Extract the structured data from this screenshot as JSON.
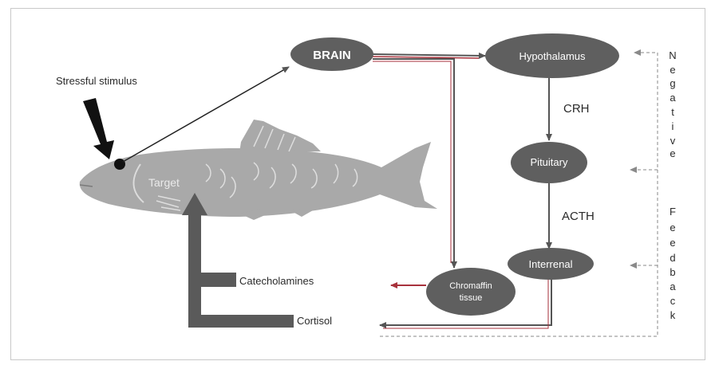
{
  "labels": {
    "stimulus": "Stressful stimulus",
    "brain": "BRAIN",
    "hypothalamus": "Hypothalamus",
    "crh": "CRH",
    "pituitary": "Pituitary",
    "acth": "ACTH",
    "interrenal": "Interrenal",
    "chromaffin_line1": "Chromaffin",
    "chromaffin_line2": "tissue",
    "target": "Target",
    "catecholamines": "Catecholamines",
    "cortisol": "Cortisol"
  },
  "feedback_letters": [
    "N",
    "e",
    "g",
    "a",
    "t",
    "i",
    "v",
    "e",
    "F",
    "e",
    "e",
    "d",
    "b",
    "a",
    "c",
    "k"
  ],
  "colors": {
    "node_fill": "#5f5f5f",
    "node_text": "#ffffff",
    "arrow_dark": "#4a4a4a",
    "arrow_red": "#a8323c",
    "fish": "#a9a9a9",
    "fish_marks": "#d8d8d8",
    "label_text": "#2a2a2a"
  }
}
